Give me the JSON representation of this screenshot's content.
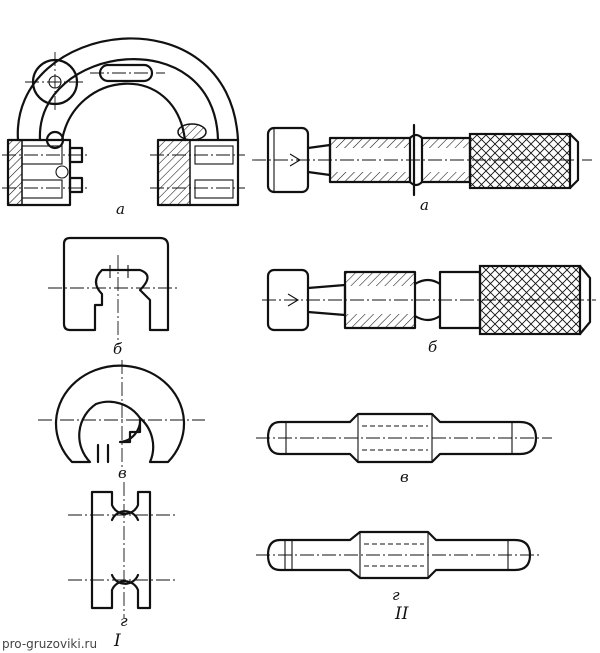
{
  "labels": {
    "fig_a_left": "а",
    "fig_a_right": "а",
    "fig_b_left": "б",
    "fig_b_right": "б",
    "fig_v_left": "в",
    "fig_v_right": "в",
    "fig_g_left": "г",
    "fig_g_right": "г",
    "group_I": "I",
    "group_II": "II"
  },
  "watermark": "pro-gruzoviki.ru"
}
